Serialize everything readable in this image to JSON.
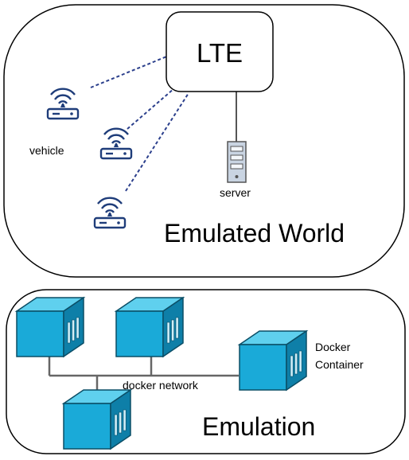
{
  "emulated_world": {
    "title": "Emulated World",
    "lte_label": "LTE",
    "vehicle_label": "vehicle",
    "server_label": "server"
  },
  "emulation": {
    "title": "Emulation",
    "network_label": "docker network",
    "container_label_line1": "Docker",
    "container_label_line2": "Container"
  },
  "colors": {
    "outline": "#000000",
    "wifi_blue": "#1f3d7a",
    "link_dash": "#2b3f8c",
    "server_fill": "#c9d4e2",
    "cube_top": "#5fd0ee",
    "cube_front": "#1aaad8",
    "cube_side": "#0e7fa8",
    "cube_edge": "#0b4e66"
  }
}
